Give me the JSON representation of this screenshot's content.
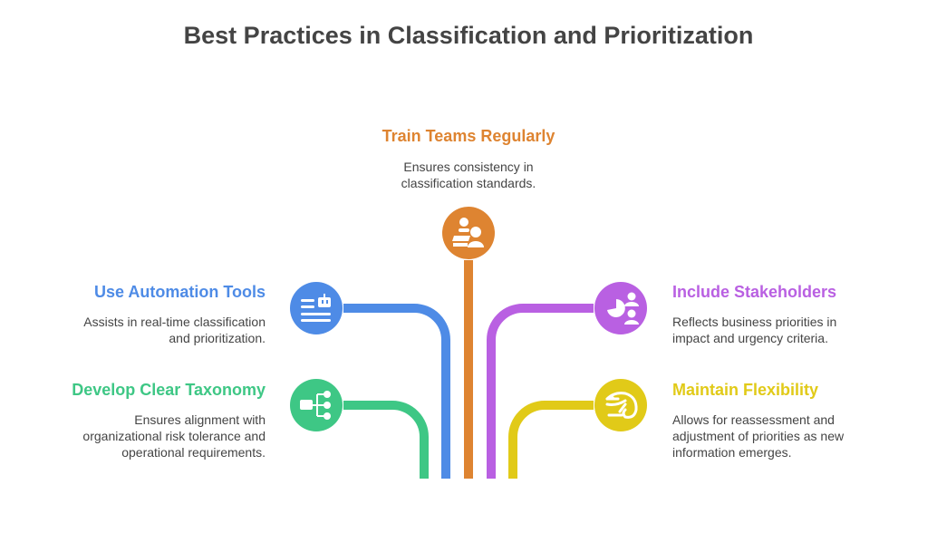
{
  "title": "Best Practices in Classification and Prioritization",
  "colors": {
    "orange": "#DE8431",
    "blue": "#4E8BE6",
    "green": "#3EC785",
    "purple": "#B960E2",
    "yellow": "#E1CA18"
  },
  "items": [
    {
      "heading": "Train Teams Regularly",
      "line1": "Ensures consistency in",
      "line2": "classification standards.",
      "icon": "team-training-icon"
    },
    {
      "heading": "Use Automation Tools",
      "line1": "Assists in real-time classification",
      "line2": "and prioritization.",
      "icon": "robot-list-icon"
    },
    {
      "heading": "Develop Clear Taxonomy",
      "line1": "Ensures alignment with",
      "line2": "organizational risk tolerance and",
      "line3": "operational requirements.",
      "icon": "hierarchy-icon"
    },
    {
      "heading": "Include Stakeholders",
      "line1": "Reflects business priorities in",
      "line2": "impact and urgency criteria.",
      "icon": "stakeholders-chart-icon"
    },
    {
      "heading": "Maintain Flexibility",
      "line1": "Allows for reassessment and",
      "line2": "adjustment of priorities as new",
      "line3": "information emerges.",
      "icon": "chameleon-icon"
    }
  ]
}
